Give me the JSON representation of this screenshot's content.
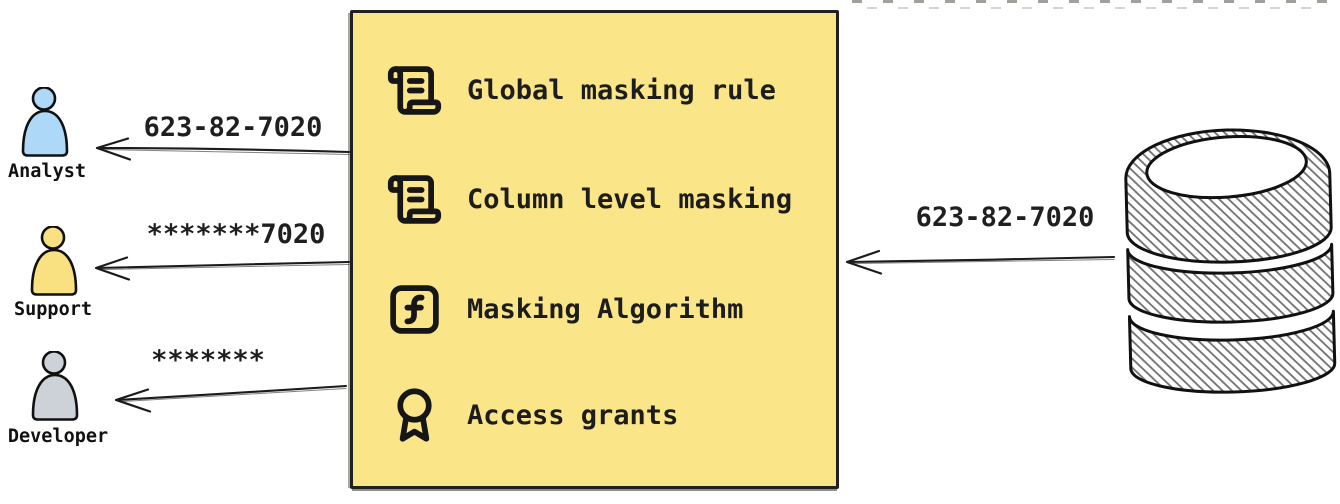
{
  "canvas": {
    "background": "#ffffff"
  },
  "policy_box": {
    "background": "#fae588",
    "border_color": "#202020",
    "items": [
      {
        "icon": "scroll-text-icon",
        "label": "Global masking rule"
      },
      {
        "icon": "scroll-text-icon",
        "label": "Column level masking"
      },
      {
        "icon": "function-square-icon",
        "label": "Masking Algorithm"
      },
      {
        "icon": "award-icon",
        "label": "Access grants"
      }
    ]
  },
  "users": [
    {
      "name": "Analyst",
      "received_value": "623-82-7020",
      "avatar_color": "#aed8f7"
    },
    {
      "name": "Support",
      "received_value": "*******7020",
      "avatar_color": "#f9e181"
    },
    {
      "name": "Developer",
      "received_value": "*******",
      "avatar_color": "#ccd2d7"
    }
  ],
  "database": {
    "icon": "database-icon",
    "outgoing_value": "623-82-7020"
  }
}
